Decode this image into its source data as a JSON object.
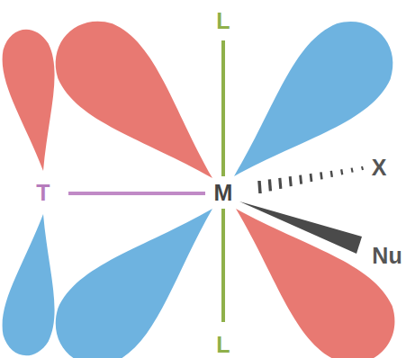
{
  "diagram": {
    "labels": [
      "L",
      "T",
      "M",
      "X",
      "Nu",
      "L"
    ]
  }
}
